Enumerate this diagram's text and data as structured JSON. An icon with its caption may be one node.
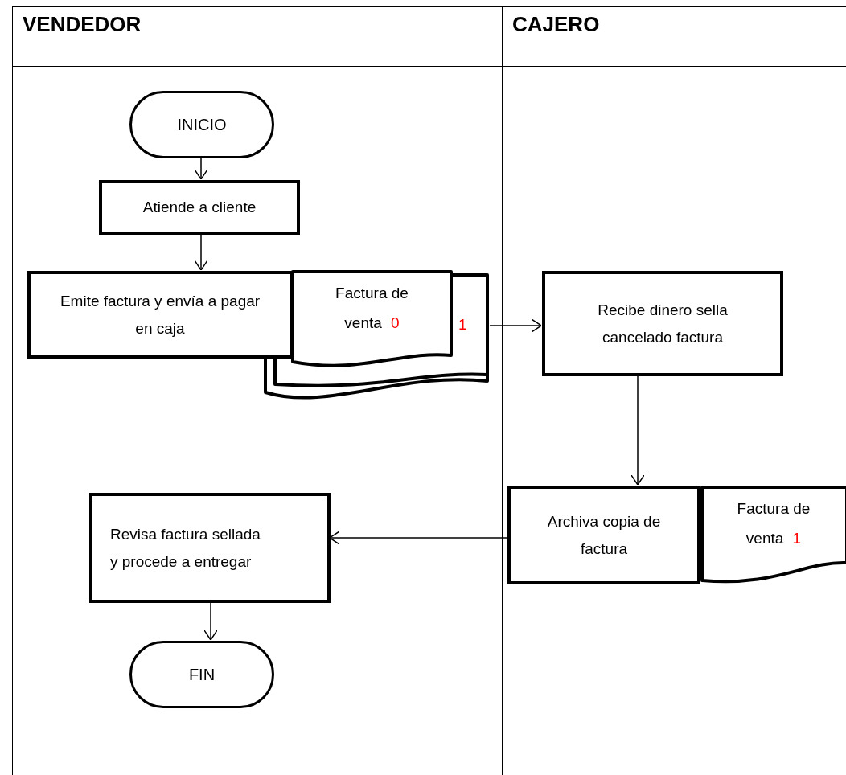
{
  "diagram": {
    "nodes": [
      {
        "text": [
          "VENDEDOR"
        ]
      },
      {
        "text": [
          "CAJERO"
        ]
      },
      {
        "text": [
          "INICIO"
        ],
        "in": 0
      },
      {
        "text": [
          "Atiende a cliente"
        ],
        "in": 0
      },
      {
        "text": [
          "Emite factura y envía a pagar en caja"
        ],
        "in": 0
      },
      {
        "text": [
          "Factura de venta",
          "0",
          "1"
        ],
        "in": 0
      },
      {
        "text": [
          "Recibe dinero sella cancelado factura"
        ],
        "in": 1
      },
      {
        "text": [
          "Archiva copia de factura"
        ],
        "in": 1
      },
      {
        "text": [
          "Factura de venta",
          "1"
        ],
        "in": 1
      },
      {
        "text": [
          "Revisa factura sellada y procede a entregar"
        ],
        "in": 0
      },
      {
        "text": [
          "FIN"
        ],
        "in": 0
      }
    ],
    "edges": [
      {
        "from": 2,
        "to": 3,
        "arrow": "to"
      },
      {
        "from": 3,
        "to": 4,
        "arrow": "to"
      },
      {
        "from": 5,
        "to": 6,
        "arrow": "to"
      },
      {
        "from": 6,
        "to": 7,
        "arrow": "to"
      },
      {
        "from": 7,
        "to": 9,
        "arrow": "to"
      },
      {
        "from": 9,
        "to": 10,
        "arrow": "to"
      }
    ]
  }
}
